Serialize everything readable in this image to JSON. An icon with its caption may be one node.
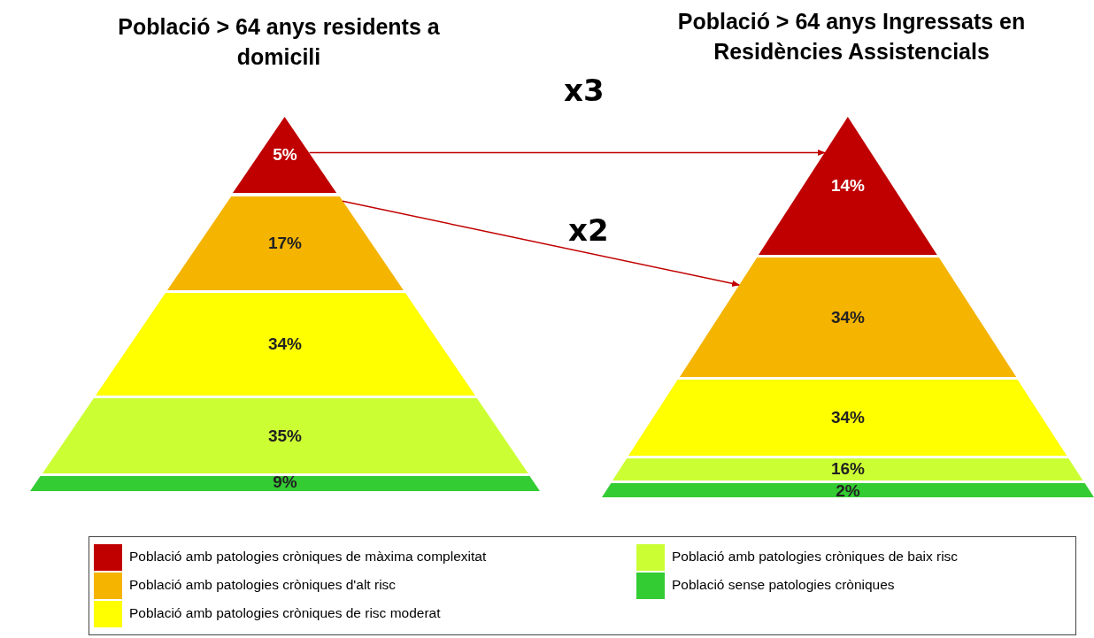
{
  "diagram": {
    "nodes": [
      {
        "text": [
          "Població > 64 anys residents a domicili"
        ]
      },
      {
        "text": [
          "5%"
        ],
        "in": 0
      },
      {
        "text": [
          "17%"
        ],
        "in": 0
      },
      {
        "text": [
          "34%"
        ],
        "in": 0
      },
      {
        "text": [
          "35%"
        ],
        "in": 0
      },
      {
        "text": [
          "9%"
        ],
        "in": 0
      },
      {
        "text": [
          "Població > 64 anys Ingressats en Residències Assistencials"
        ]
      },
      {
        "text": [
          "14%"
        ],
        "in": 6
      },
      {
        "text": [
          "34%"
        ],
        "in": 6
      },
      {
        "text": [
          "34%"
        ],
        "in": 6
      },
      {
        "text": [
          "16%"
        ],
        "in": 6
      },
      {
        "text": [
          "2%"
        ],
        "in": 6
      }
    ],
    "edges": [
      {
        "from": 1,
        "to": 7,
        "arrow": "to",
        "label": "x3"
      },
      {
        "from": 2,
        "to": 8,
        "arrow": "to",
        "label": "x2"
      }
    ],
    "legend": [
      {
        "text": "Població amb patologies cròniques de màxima complexitat",
        "color": "#c00000"
      },
      {
        "text": "Població amb patologies cròniques de baix risc",
        "color": "#ccff33"
      },
      {
        "text": "Població amb patologies cròniques d'alt risc",
        "color": "#f5b400"
      },
      {
        "text": "Població sense patologies cròniques",
        "color": "#33cc33"
      },
      {
        "text": "Població amb patologies cròniques de risc moderat",
        "color": "#ffff00"
      }
    ]
  }
}
